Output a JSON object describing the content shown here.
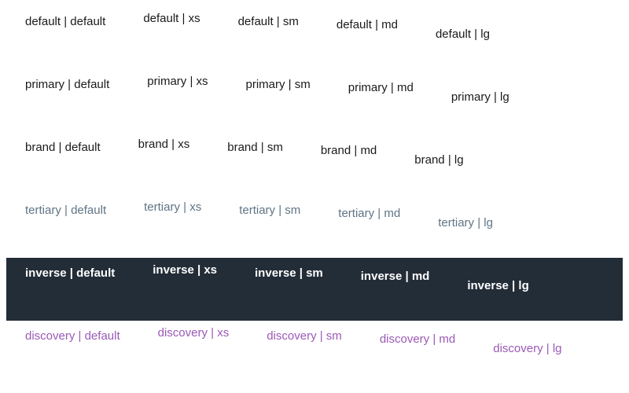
{
  "sizes": [
    "default",
    "xs",
    "sm",
    "md",
    "lg"
  ],
  "rows": [
    {
      "variant": "default",
      "color": "#1a1a1a",
      "bg": "#ffffff",
      "labels": [
        "default | default",
        "default | xs",
        "default | sm",
        "default | md",
        "default | lg"
      ]
    },
    {
      "variant": "primary",
      "color": "#1a1a1a",
      "bg": "#ffffff",
      "labels": [
        "primary | default",
        "primary | xs",
        "primary | sm",
        "primary | md",
        "primary | lg"
      ]
    },
    {
      "variant": "brand",
      "color": "#1a1a1a",
      "bg": "#ffffff",
      "labels": [
        "brand | default",
        "brand | xs",
        "brand | sm",
        "brand | md",
        "brand | lg"
      ]
    },
    {
      "variant": "tertiary",
      "color": "#5f7486",
      "bg": "#ffffff",
      "labels": [
        "tertiary | default",
        "tertiary | xs",
        "tertiary | sm",
        "tertiary | md",
        "tertiary | lg"
      ]
    },
    {
      "variant": "inverse",
      "color": "#ffffff",
      "bg": "#232d37",
      "labels": [
        "inverse | default",
        "inverse | xs",
        "inverse | sm",
        "inverse | md",
        "inverse | lg"
      ]
    },
    {
      "variant": "discovery",
      "color": "#9b59b6",
      "bg": "#ffffff",
      "labels": [
        "discovery | default",
        "discovery | xs",
        "discovery | sm",
        "discovery | md",
        "discovery | lg"
      ]
    }
  ]
}
